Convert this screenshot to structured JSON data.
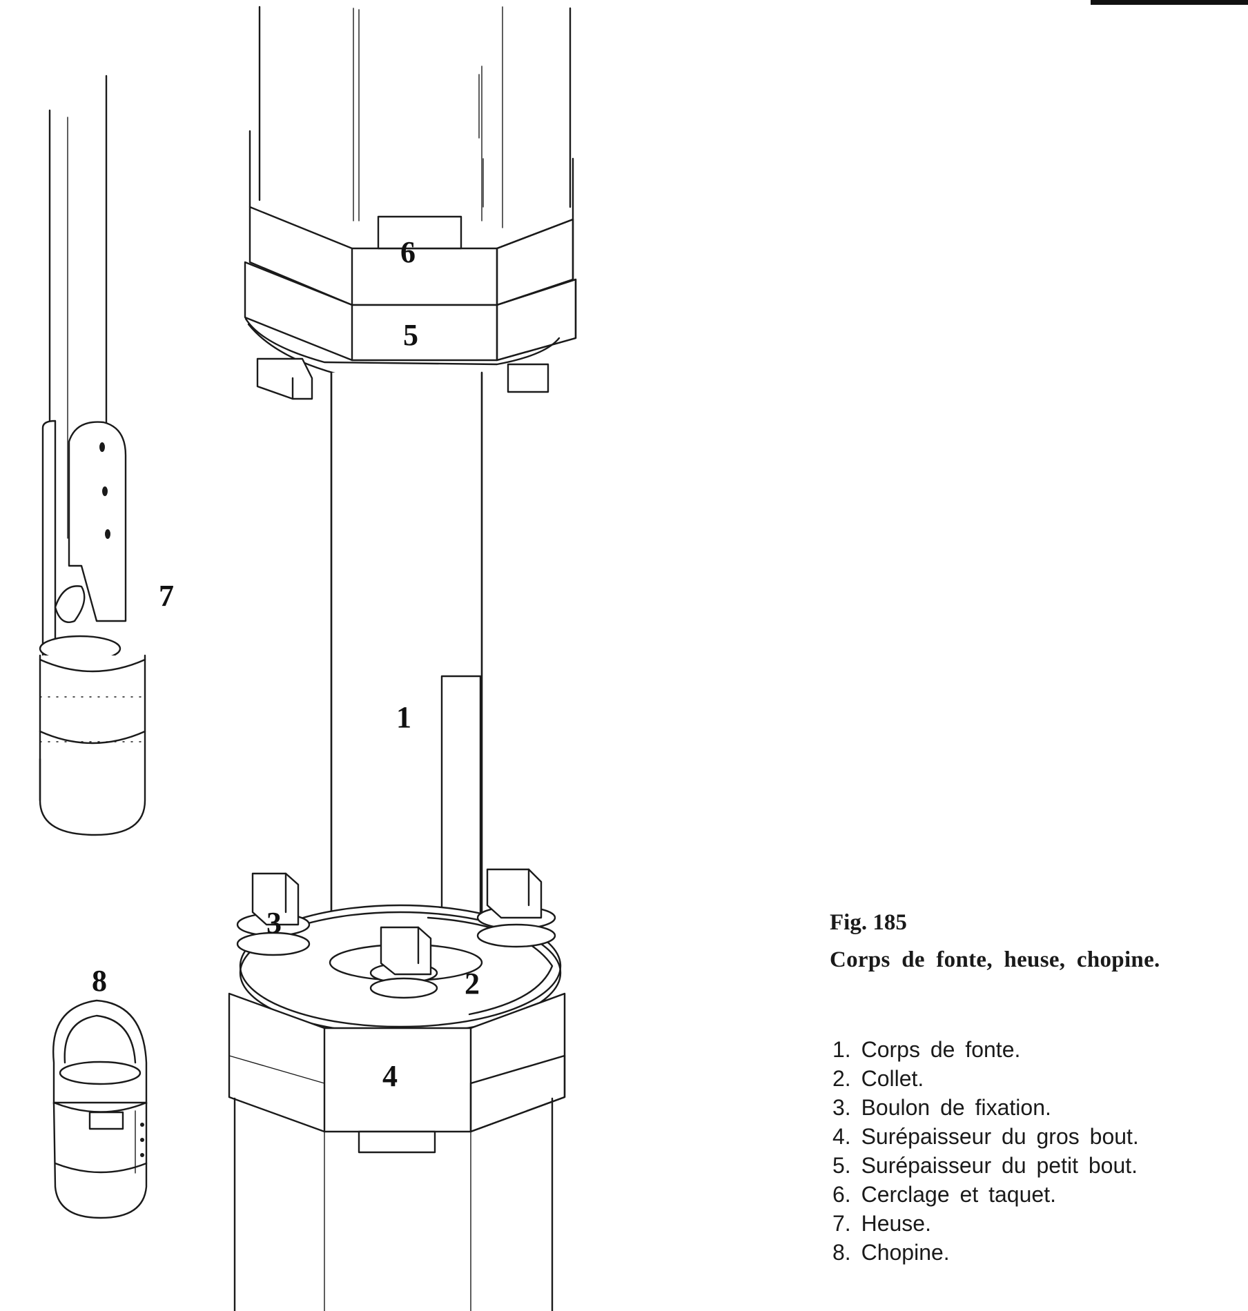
{
  "figure": {
    "number": "Fig. 185",
    "title": "Corps de fonte, heuse, chopine."
  },
  "callouts": [
    "1",
    "2",
    "3",
    "4",
    "5",
    "6",
    "7",
    "8"
  ],
  "legend": [
    "1. Corps de fonte.",
    "2. Collet.",
    "3. Boulon de fixation.",
    "4. Surépaisseur du gros bout.",
    "5. Surépaisseur du petit bout.",
    "6. Cerclage et taquet.",
    "7. Heuse.",
    "8. Chopine."
  ]
}
